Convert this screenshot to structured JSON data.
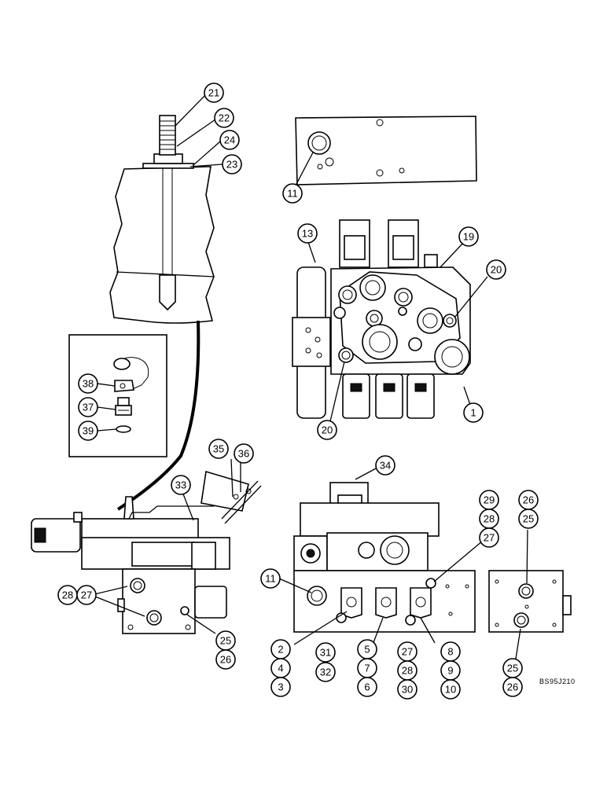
{
  "drawing_code": "BS95J210",
  "callouts": [
    {
      "id": "c21",
      "label": "21"
    },
    {
      "id": "c22",
      "label": "22"
    },
    {
      "id": "c24",
      "label": "24"
    },
    {
      "id": "c23",
      "label": "23"
    },
    {
      "id": "c11a",
      "label": "11"
    },
    {
      "id": "c13",
      "label": "13"
    },
    {
      "id": "c19",
      "label": "19"
    },
    {
      "id": "c20a",
      "label": "20"
    },
    {
      "id": "c1",
      "label": "1"
    },
    {
      "id": "c20b",
      "label": "20"
    },
    {
      "id": "c38",
      "label": "38"
    },
    {
      "id": "c37",
      "label": "37"
    },
    {
      "id": "c39",
      "label": "39"
    },
    {
      "id": "c35",
      "label": "35"
    },
    {
      "id": "c36",
      "label": "36"
    },
    {
      "id": "c33",
      "label": "33"
    },
    {
      "id": "c34",
      "label": "34"
    },
    {
      "id": "c29",
      "label": "29"
    },
    {
      "id": "c28a",
      "label": "28"
    },
    {
      "id": "c27a",
      "label": "27"
    },
    {
      "id": "c26a",
      "label": "26"
    },
    {
      "id": "c25a",
      "label": "25"
    },
    {
      "id": "c11b",
      "label": "11"
    },
    {
      "id": "c28b",
      "label": "28"
    },
    {
      "id": "c27b",
      "label": "27"
    },
    {
      "id": "c25b",
      "label": "25"
    },
    {
      "id": "c26b",
      "label": "26"
    },
    {
      "id": "c2",
      "label": "2"
    },
    {
      "id": "c4",
      "label": "4"
    },
    {
      "id": "c3",
      "label": "3"
    },
    {
      "id": "c31",
      "label": "31"
    },
    {
      "id": "c32",
      "label": "32"
    },
    {
      "id": "c5",
      "label": "5"
    },
    {
      "id": "c7",
      "label": "7"
    },
    {
      "id": "c6",
      "label": "6"
    },
    {
      "id": "c27c",
      "label": "27"
    },
    {
      "id": "c28c",
      "label": "28"
    },
    {
      "id": "c30",
      "label": "30"
    },
    {
      "id": "c8",
      "label": "8"
    },
    {
      "id": "c9",
      "label": "9"
    },
    {
      "id": "c10",
      "label": "10"
    },
    {
      "id": "c25c",
      "label": "25"
    },
    {
      "id": "c26c",
      "label": "26"
    }
  ]
}
